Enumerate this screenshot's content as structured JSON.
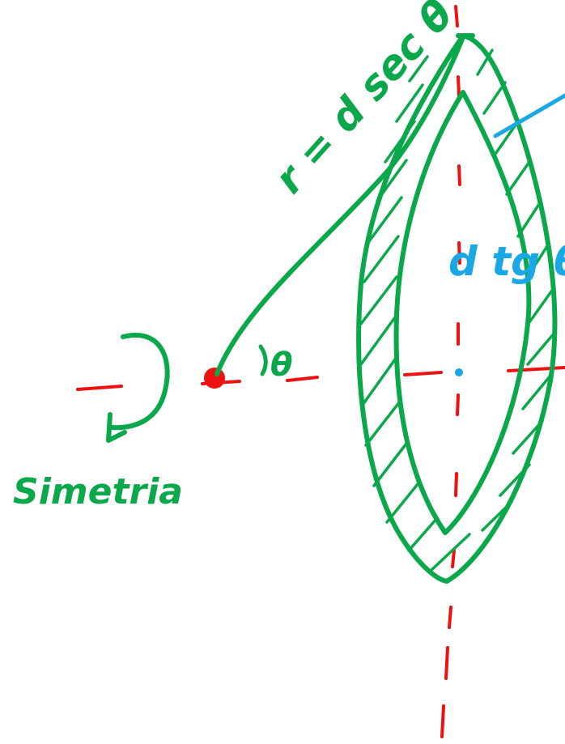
{
  "labels": {
    "radius_formula": "r = d sec θ",
    "theta": "θ",
    "width_formula": "d tg θ",
    "symmetry": "Simetria"
  },
  "colors": {
    "ink_green": "#0aa84a",
    "ink_red": "#ee1111",
    "ink_blue": "#1aa7e6",
    "background": "#ffffff"
  }
}
